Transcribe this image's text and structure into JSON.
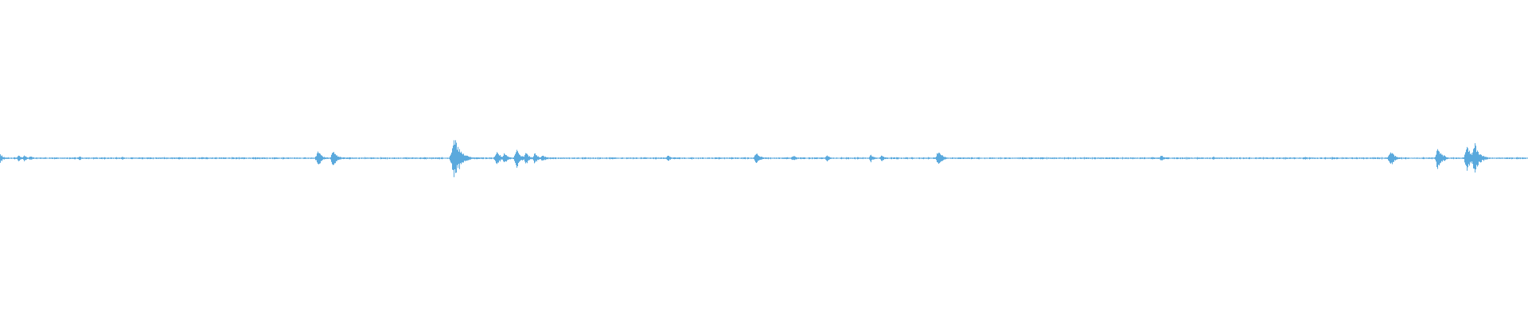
{
  "waveform": {
    "color": "#5aa9dd",
    "background": "#ffffff",
    "bursts": [
      {
        "t": 0.0,
        "amp": 0.03
      },
      {
        "t": 0.012,
        "amp": 0.02
      },
      {
        "t": 0.016,
        "amp": 0.02
      },
      {
        "t": 0.02,
        "amp": 0.015
      },
      {
        "t": 0.052,
        "amp": 0.012
      },
      {
        "t": 0.08,
        "amp": 0.01
      },
      {
        "t": 0.208,
        "amp": 0.05
      },
      {
        "t": 0.218,
        "amp": 0.055
      },
      {
        "t": 0.297,
        "amp": 0.15
      },
      {
        "t": 0.3,
        "amp": 0.06
      },
      {
        "t": 0.325,
        "amp": 0.05
      },
      {
        "t": 0.33,
        "amp": 0.04
      },
      {
        "t": 0.338,
        "amp": 0.06
      },
      {
        "t": 0.344,
        "amp": 0.04
      },
      {
        "t": 0.35,
        "amp": 0.035
      },
      {
        "t": 0.355,
        "amp": 0.025
      },
      {
        "t": 0.437,
        "amp": 0.02
      },
      {
        "t": 0.495,
        "amp": 0.045
      },
      {
        "t": 0.519,
        "amp": 0.02
      },
      {
        "t": 0.541,
        "amp": 0.02
      },
      {
        "t": 0.57,
        "amp": 0.025
      },
      {
        "t": 0.577,
        "amp": 0.02
      },
      {
        "t": 0.614,
        "amp": 0.055
      },
      {
        "t": 0.76,
        "amp": 0.02
      },
      {
        "t": 0.794,
        "amp": 0.01
      },
      {
        "t": 0.854,
        "amp": 0.01
      },
      {
        "t": 0.872,
        "amp": 0.01
      },
      {
        "t": 0.91,
        "amp": 0.055
      },
      {
        "t": 0.941,
        "amp": 0.075
      },
      {
        "t": 0.96,
        "amp": 0.08
      },
      {
        "t": 0.965,
        "amp": 0.1
      }
    ]
  }
}
